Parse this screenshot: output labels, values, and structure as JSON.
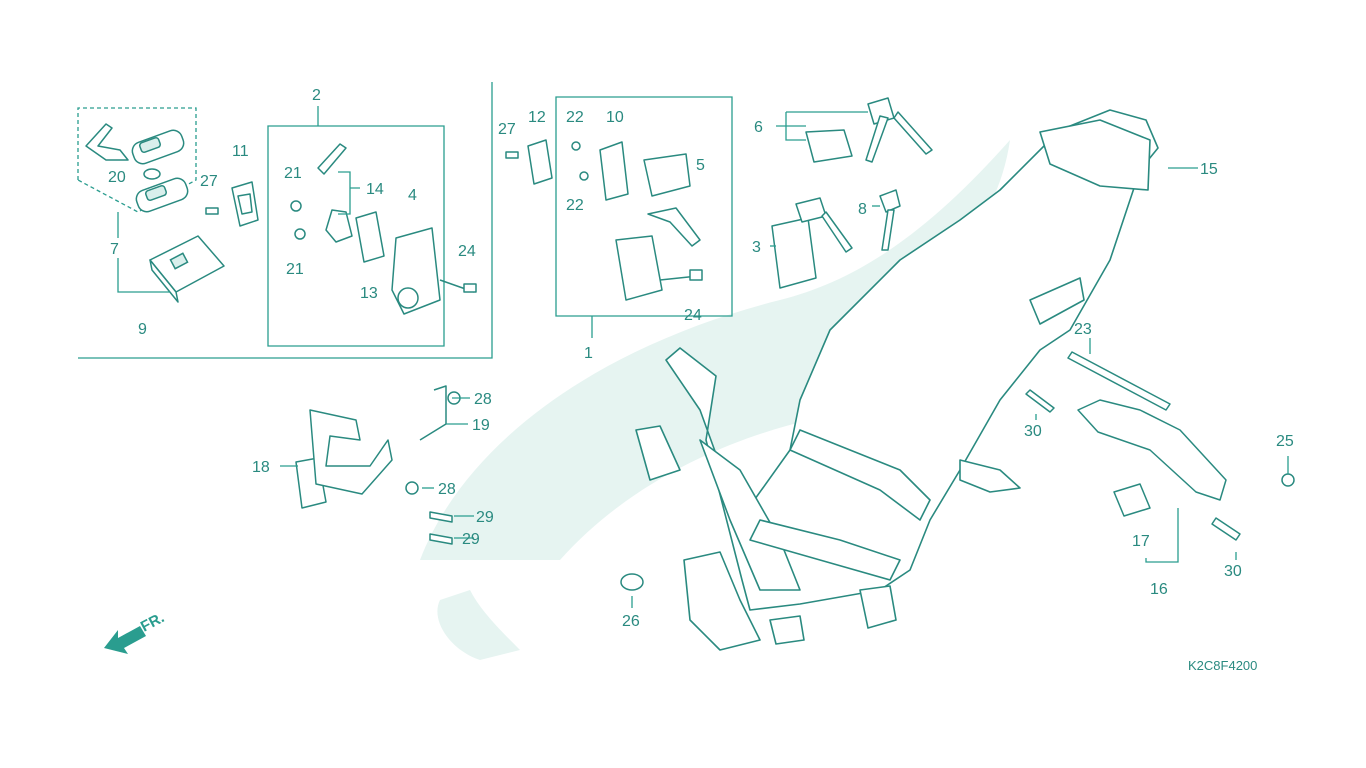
{
  "diagram": {
    "code": "K2C8F4200",
    "direction_label": "FR.",
    "colors": {
      "line": "#2a8a80",
      "watermark": "#e6f4f1"
    },
    "callouts": {
      "c1": "1",
      "c2": "2",
      "c3": "3",
      "c4": "4",
      "c5": "5",
      "c6": "6",
      "c7": "7",
      "c8": "8",
      "c9": "9",
      "c10": "10",
      "c11": "11",
      "c12": "12",
      "c13": "13",
      "c14": "14",
      "c15": "15",
      "c16": "16",
      "c17": "17",
      "c18": "18",
      "c19": "19",
      "c20": "20",
      "c21a": "21",
      "c21b": "21",
      "c22a": "22",
      "c22b": "22",
      "c23": "23",
      "c24a": "24",
      "c24b": "24",
      "c25": "25",
      "c26": "26",
      "c27a": "27",
      "c27b": "27",
      "c28a": "28",
      "c28b": "28",
      "c29a": "29",
      "c29b": "29",
      "c30a": "30",
      "c30b": "30"
    }
  }
}
